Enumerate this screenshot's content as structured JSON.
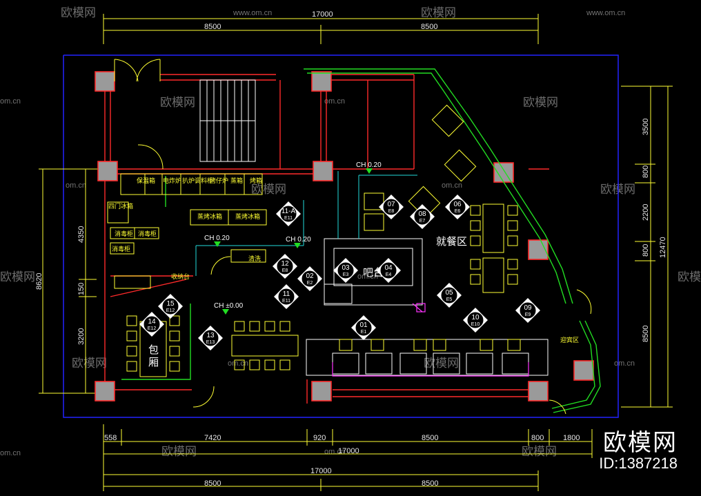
{
  "dimensions": {
    "top_total": "17000",
    "top_left": "8500",
    "top_right": "8500",
    "bottom": [
      "558",
      "7420",
      "920",
      "8500",
      "800",
      "1800"
    ],
    "bottom_total": "17000",
    "bottom2_total": "17000",
    "bottom2_left": "8500",
    "bottom2_right": "8500",
    "right": [
      "3500",
      "800",
      "2200",
      "800",
      "8500"
    ],
    "right_total": "12470",
    "left": [
      "4350",
      "150",
      "3200"
    ],
    "left_total": "8620"
  },
  "labels": {
    "keep_warm": "保温箱",
    "fryer": "电炸炉",
    "grill": "扒炉",
    "oven": "调料柜",
    "stove": "烤仔炉",
    "steam": "蒸箱",
    "bake": "烤箱",
    "four_door": "四门冰箱",
    "fridge_a": "蒸烤冰箱",
    "fridge_b": "蒸烤冰箱",
    "cabinet_a": "消毒柜",
    "cabinet_b": "消毒柜",
    "sterilizer": "消毒柜",
    "receiving": "收纳台",
    "cleaning": "清洗",
    "bar": "吧台",
    "dining": "就餐区",
    "private_1": "包",
    "private_2": "厢",
    "welcome": "迎宾区",
    "ch_1": "CH 0.20",
    "ch_2": "CH 0.20",
    "ch_3": "CH 0.20",
    "ch_4": "CH ±0.00"
  },
  "tags": [
    {
      "num": "01",
      "sub": "E1"
    },
    {
      "num": "02",
      "sub": "E2"
    },
    {
      "num": "03",
      "sub": "E3"
    },
    {
      "num": "04",
      "sub": "E4"
    },
    {
      "num": "05",
      "sub": "E5"
    },
    {
      "num": "06",
      "sub": "E6"
    },
    {
      "num": "07",
      "sub": "E8"
    },
    {
      "num": "08",
      "sub": "E7"
    },
    {
      "num": "09",
      "sub": "E9"
    },
    {
      "num": "10",
      "sub": "E10"
    },
    {
      "num": "11",
      "sub": "E11"
    },
    {
      "num": "11-A",
      "sub": "E11"
    },
    {
      "num": "12",
      "sub": "E8"
    },
    {
      "num": "13",
      "sub": "E13"
    },
    {
      "num": "14",
      "sub": "E12"
    },
    {
      "num": "15",
      "sub": "E12"
    }
  ],
  "watermark": {
    "site": "www.om.cn",
    "site_short": "om.cn",
    "name": "欧模网"
  },
  "stamp": {
    "brand": "欧模网",
    "id": "ID:1387218"
  },
  "colors": {
    "wall": "#ff2a2a",
    "dim": "#ffff33",
    "outline": "#2222ff",
    "glass": "#22dd22",
    "furniture": "#ffff33",
    "accent": "#ff33ff",
    "cyan": "#22dddd"
  }
}
